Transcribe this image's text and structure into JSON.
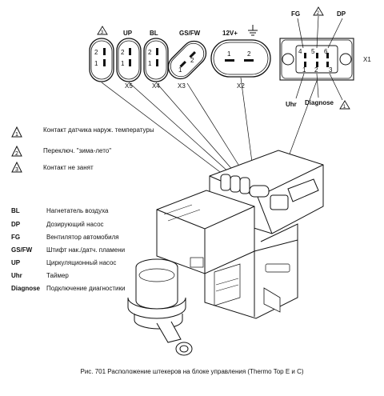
{
  "connectors": {
    "c1": {
      "top": "",
      "pin_top": "2",
      "pin_bottom": "1",
      "code": ""
    },
    "x5": {
      "top": "UP",
      "pin_top": "2",
      "pin_bottom": "1",
      "code": "X5"
    },
    "x4": {
      "top": "BL",
      "pin_top": "2",
      "pin_bottom": "1",
      "code": "X4"
    },
    "x3": {
      "top": "GS/FW",
      "pin_top": "2",
      "pin_bottom": "1",
      "code": "X3"
    },
    "x2": {
      "top": "12V+",
      "pin_left": "1",
      "pin_right": "2",
      "code": "X2"
    },
    "x1": {
      "code": "X1",
      "fg": "FG",
      "dp": "DP",
      "uhr": "Uhr",
      "diagnose": "Diagnose",
      "pins": [
        "4",
        "5",
        "6",
        "1",
        "2",
        "3"
      ]
    }
  },
  "warning_numbers": {
    "n1": "1",
    "n2": "2",
    "n3": "3"
  },
  "notes": [
    {
      "num": "1",
      "text": "Контакт датчика наруж. температуры"
    },
    {
      "num": "2",
      "text": "Переключ. \"зима-лето\""
    },
    {
      "num": "3",
      "text": "Контакт не занят"
    }
  ],
  "abbreviations": [
    {
      "abbr": "BL",
      "desc": "Нагнетатель воздуха"
    },
    {
      "abbr": "DP",
      "desc": "Дозирующий насос"
    },
    {
      "abbr": "FG",
      "desc": "Вентилятор автомобиля"
    },
    {
      "abbr": "GS/FW",
      "desc": "Штифт нак./датч. пламени"
    },
    {
      "abbr": "UP",
      "desc": "Циркуляционный насос"
    },
    {
      "abbr": "Uhr",
      "desc": "Таймер"
    },
    {
      "abbr": "Diagnose",
      "desc": "Подключение диагностики"
    }
  ],
  "caption": "Рис. 701   Расположение штекеров на блоке управления (Thermo Top E и C)"
}
